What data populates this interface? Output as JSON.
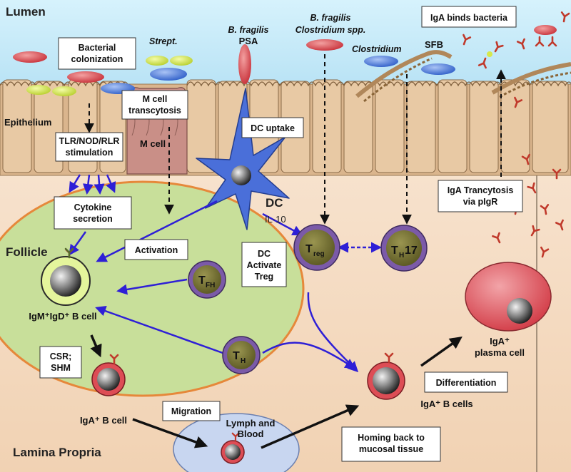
{
  "regions": {
    "lumen": "Lumen",
    "epithelium": "Epithelium",
    "follicle": "Follicle",
    "lamina_propria": "Lamina Propria"
  },
  "boxes": {
    "bacterial_colonization": "Bacterial colonization",
    "m_cell_transcytosis": "M cell transcytosis",
    "dc_uptake": "DC uptake",
    "tlr_stimulation": "TLR/NOD/RLR stimulation",
    "cytokine_secretion": "Cytokine secretion",
    "activation": "Activation",
    "dc_activate_treg": "DC Activate Treg",
    "iga_binds_bacteria": "IgA binds bacteria",
    "iga_transcytosis": "IgA Trancytosis via pIgR",
    "csr_shm": "CSR; SHM",
    "migration": "Migration",
    "differentiation": "Differentiation",
    "homing": "Homing back to mucosal tissue"
  },
  "labels": {
    "strept": "Strept.",
    "b_fragilis_psa_1": "B. fragilis",
    "b_fragilis_psa_2": "PSA",
    "b_fragilis_2": "B. fragilis",
    "clostridium_spp": "Clostridium spp.",
    "clostridium": "Clostridium",
    "sfb": "SFB",
    "m_cell": "M cell",
    "dc": "DC",
    "il10": "IL-10",
    "igm_igd_b_cell": "IgM⁺IgD⁺ B cell",
    "iga_b_cell": "IgA⁺ B cell",
    "iga_b_cells": "IgA⁺ B cells",
    "iga_plasma_1": "IgA⁺",
    "iga_plasma_2": "plasma cell",
    "lymph_blood_1": "Lymph and",
    "lymph_blood_2": "Blood"
  },
  "cells": {
    "treg": {
      "symbol": "T",
      "sub": "reg"
    },
    "th17": {
      "symbol": "T",
      "sub": "H",
      "suffix": "17"
    },
    "tfh": {
      "symbol": "T",
      "sub": "FH"
    },
    "th": {
      "symbol": "T",
      "sub": "H"
    }
  },
  "colors": {
    "lumen": "#c9ecf8",
    "lamina": "#f5ddc4",
    "epithelium": "#d8b48c",
    "follicle": "#c8df9a",
    "follicle_border": "#e6883a",
    "blue_arrow": "#2e1fd6",
    "red_bacteria": "#d9453b",
    "blue_bacteria": "#3d6fd9",
    "yellow_bacteria": "#d6e84a",
    "tcell_ring": "#7b5aa8",
    "tcell_body": "#6b6a2e",
    "plasma_cell": "#dd4d55",
    "antibody": "#c0392b",
    "dc": "#4a6fd9",
    "lymph": "#c8d6f0"
  }
}
